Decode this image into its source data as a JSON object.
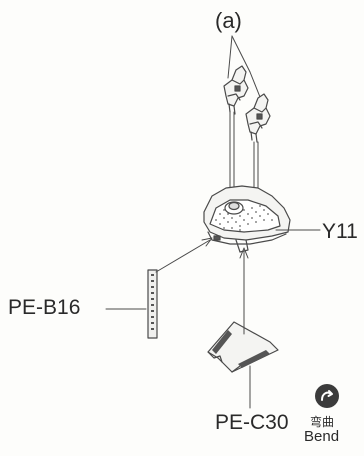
{
  "labels": {
    "callout_a": "(a)",
    "part_y11": "Y11",
    "part_pe_b16": "PE-B16",
    "part_pe_c30": "PE-C30",
    "bend_cn": "弯曲",
    "bend_en": "Bend"
  },
  "icons": {
    "bend": "bend-arrow-icon"
  },
  "colors": {
    "line": "#4a4a4a",
    "fill_light": "#f4f4f2",
    "fill_dark": "#555555"
  }
}
